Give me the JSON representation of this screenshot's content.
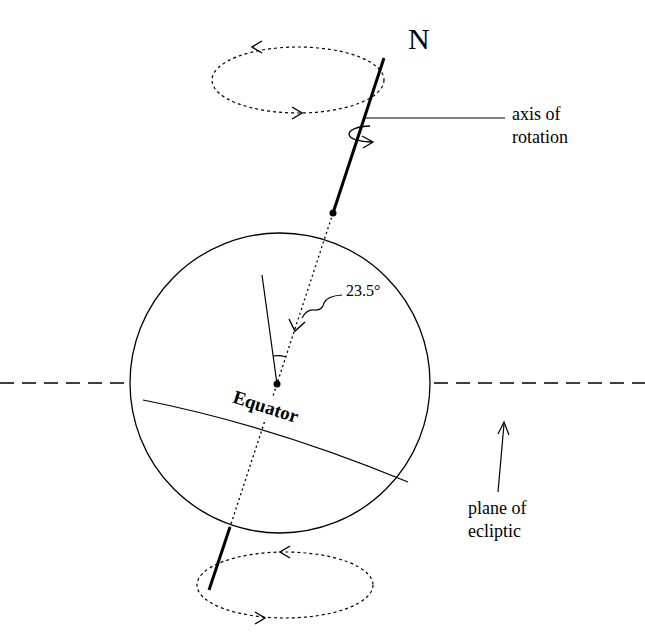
{
  "diagram": {
    "labels": [
      "N",
      "axis of rotation",
      "23.5°",
      "Equator",
      "plane of ecliptic"
    ]
  }
}
